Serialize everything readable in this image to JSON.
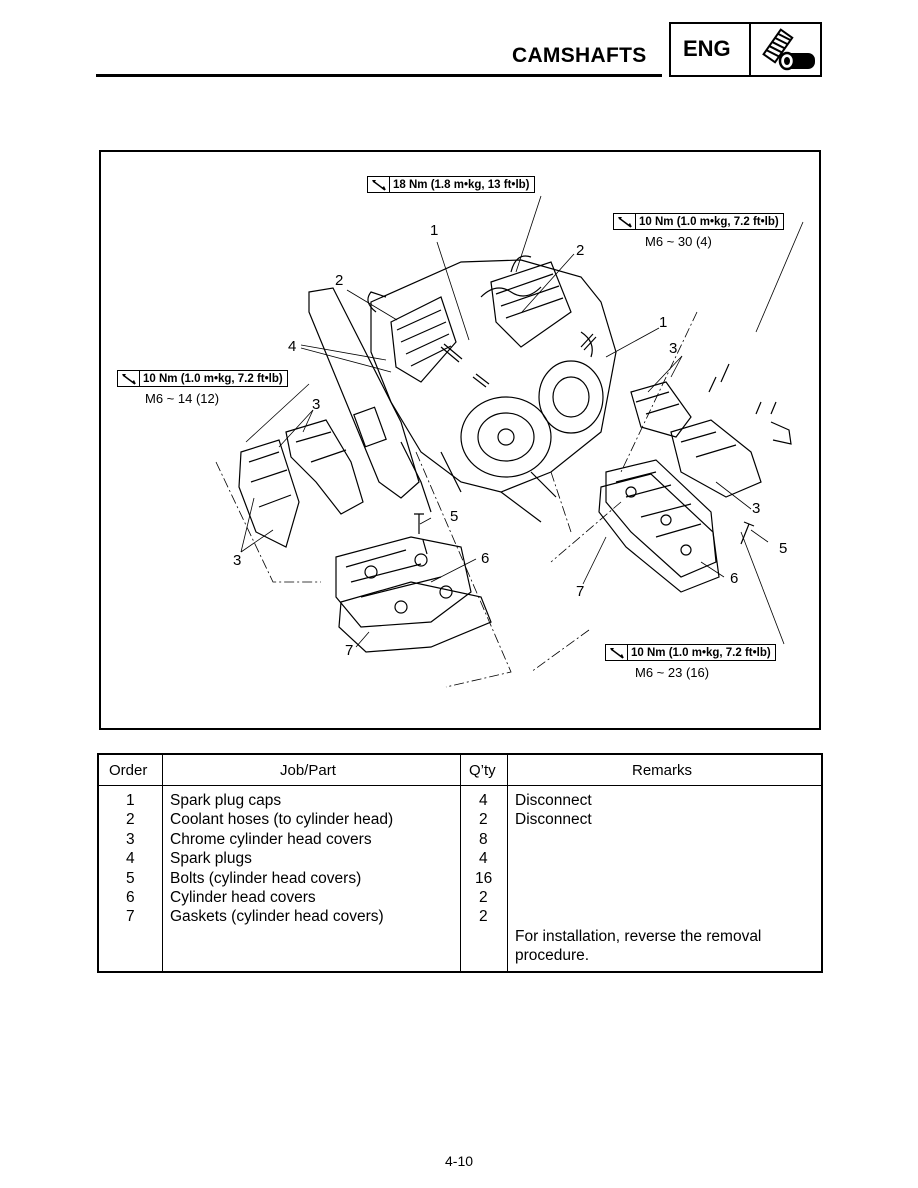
{
  "header": {
    "title": "CAMSHAFTS",
    "section_badge": "ENG",
    "section_icon": "engine-bolt-icon"
  },
  "figure": {
    "torque_specs": [
      {
        "value": "18 Nm (1.8 m•kg, 13 ft•lb)",
        "bolt": ""
      },
      {
        "value": "10 Nm (1.0 m•kg, 7.2 ft•lb)",
        "bolt": "M6 ~ 30 (4)"
      },
      {
        "value": "10 Nm (1.0 m•kg, 7.2 ft•lb)",
        "bolt": "M6 ~ 14 (12)"
      },
      {
        "value": "10 Nm (1.0 m•kg, 7.2 ft•lb)",
        "bolt": "M6 ~ 23 (16)"
      }
    ],
    "callouts": [
      "1",
      "2",
      "2",
      "1",
      "4",
      "3",
      "3",
      "3",
      "3",
      "5",
      "5",
      "6",
      "6",
      "7",
      "7"
    ]
  },
  "table": {
    "headers": [
      "Order",
      "Job/Part",
      "Q’ty",
      "Remarks"
    ],
    "rows": [
      {
        "order": "1",
        "part": "Spark plug caps",
        "qty": "4",
        "remarks": "Disconnect"
      },
      {
        "order": "2",
        "part": "Coolant hoses (to cylinder head)",
        "qty": "2",
        "remarks": "Disconnect"
      },
      {
        "order": "3",
        "part": "Chrome cylinder head covers",
        "qty": "8",
        "remarks": ""
      },
      {
        "order": "4",
        "part": "Spark plugs",
        "qty": "4",
        "remarks": ""
      },
      {
        "order": "5",
        "part": "Bolts (cylinder head covers)",
        "qty": "16",
        "remarks": ""
      },
      {
        "order": "6",
        "part": "Cylinder head covers",
        "qty": "2",
        "remarks": ""
      },
      {
        "order": "7",
        "part": "Gaskets (cylinder head covers)",
        "qty": "2",
        "remarks": ""
      }
    ],
    "note_line1": "For installation, reverse the removal",
    "note_line2": "procedure."
  },
  "footer": {
    "page_number": "4-10"
  }
}
